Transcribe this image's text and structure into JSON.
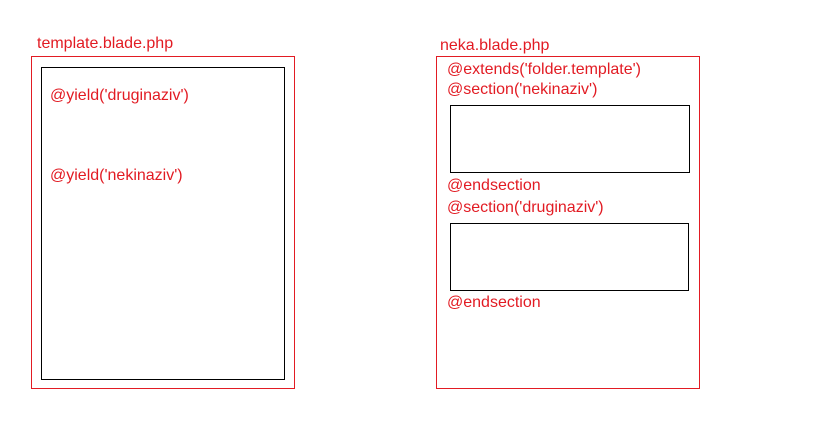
{
  "left_file": {
    "filename": "template.blade.php",
    "yield_1": "@yield('druginaziv')",
    "yield_2": "@yield('nekinaziv')"
  },
  "right_file": {
    "filename": "neka.blade.php",
    "extends": "@extends('folder.template')",
    "section_1_open": "@section('nekinaziv')",
    "section_1_close": "@endsection",
    "section_2_open": "@section('druginaziv')",
    "section_2_close": "@endsection"
  },
  "colors": {
    "annotation": "#e21b23",
    "inner_box": "#000000"
  }
}
